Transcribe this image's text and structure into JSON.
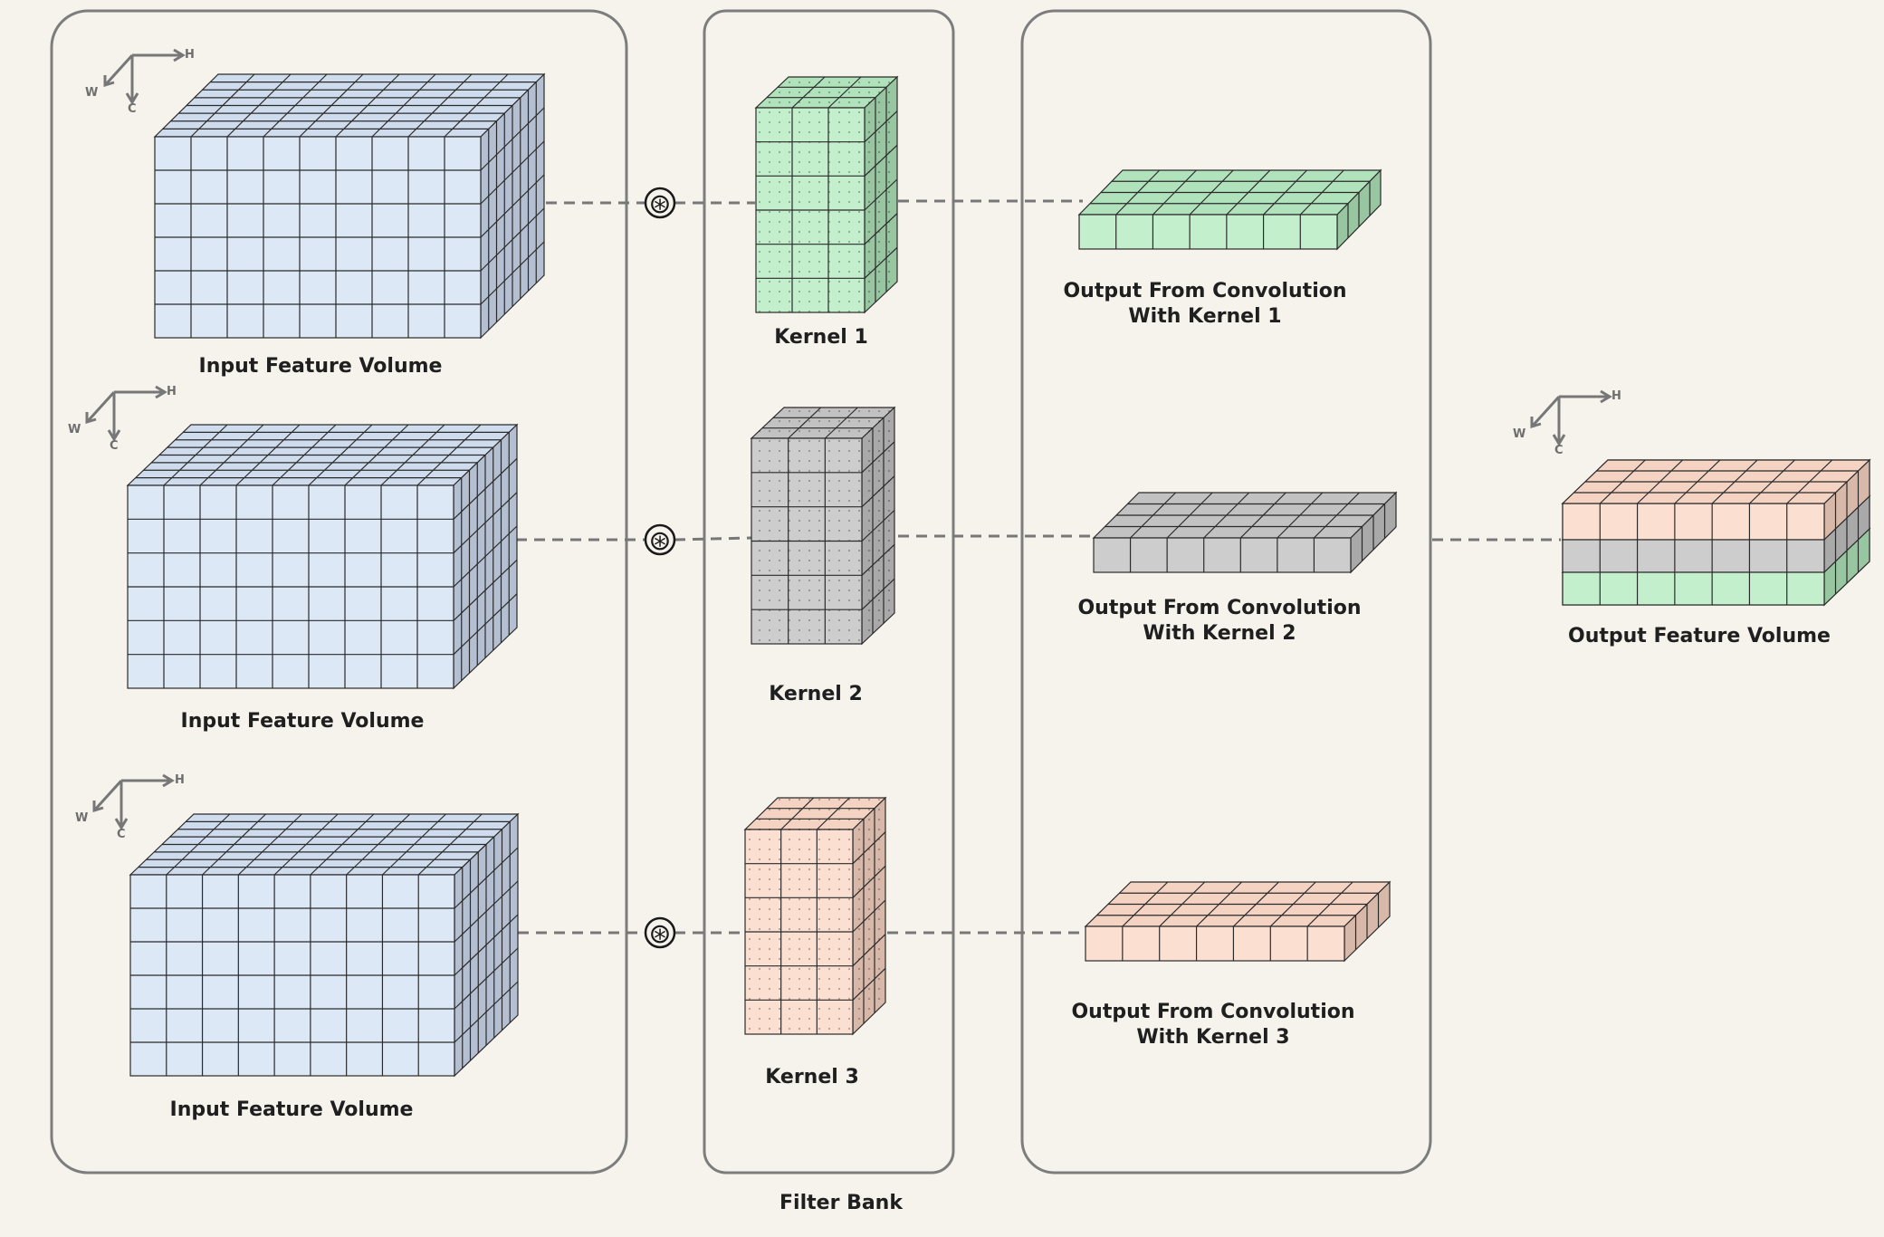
{
  "colors": {
    "background": "#f5f3ec",
    "panel_border": "#7d7d7d",
    "dash": "#777777",
    "input": {
      "front": "#dce8f6",
      "top": "#cfdcee",
      "side": "#b4c0d2"
    },
    "kernel1": {
      "front": "#c3efcd",
      "top": "#b0e2bb",
      "side": "#97c6a1"
    },
    "kernel2": {
      "front": "#cdcdcd",
      "top": "#c2c2c2",
      "side": "#a9a9a9"
    },
    "kernel3": {
      "front": "#fbe0d2",
      "top": "#f4d3c3",
      "side": "#d8b8a8"
    }
  },
  "axis": {
    "h": "H",
    "w": "W",
    "c": "C"
  },
  "convolution_symbol": "⊛",
  "input_volumes": [
    {
      "label": "Input Feature Volume"
    },
    {
      "label": "Input Feature Volume"
    },
    {
      "label": "Input Feature Volume"
    }
  ],
  "kernels": [
    {
      "label": "Kernel 1",
      "color": "kernel1"
    },
    {
      "label": "Kernel 2",
      "color": "kernel2"
    },
    {
      "label": "Kernel 3",
      "color": "kernel3"
    }
  ],
  "outputs": [
    {
      "line1": "Output From Convolution",
      "line2": "With Kernel 1",
      "color": "kernel1"
    },
    {
      "line1": "Output From Convolution",
      "line2": "With Kernel 2",
      "color": "kernel2"
    },
    {
      "line1": "Output From Convolution",
      "line2": "With Kernel 3",
      "color": "kernel3"
    }
  ],
  "filter_bank_label": "Filter Bank",
  "output_volume_label": "Output Feature Volume"
}
